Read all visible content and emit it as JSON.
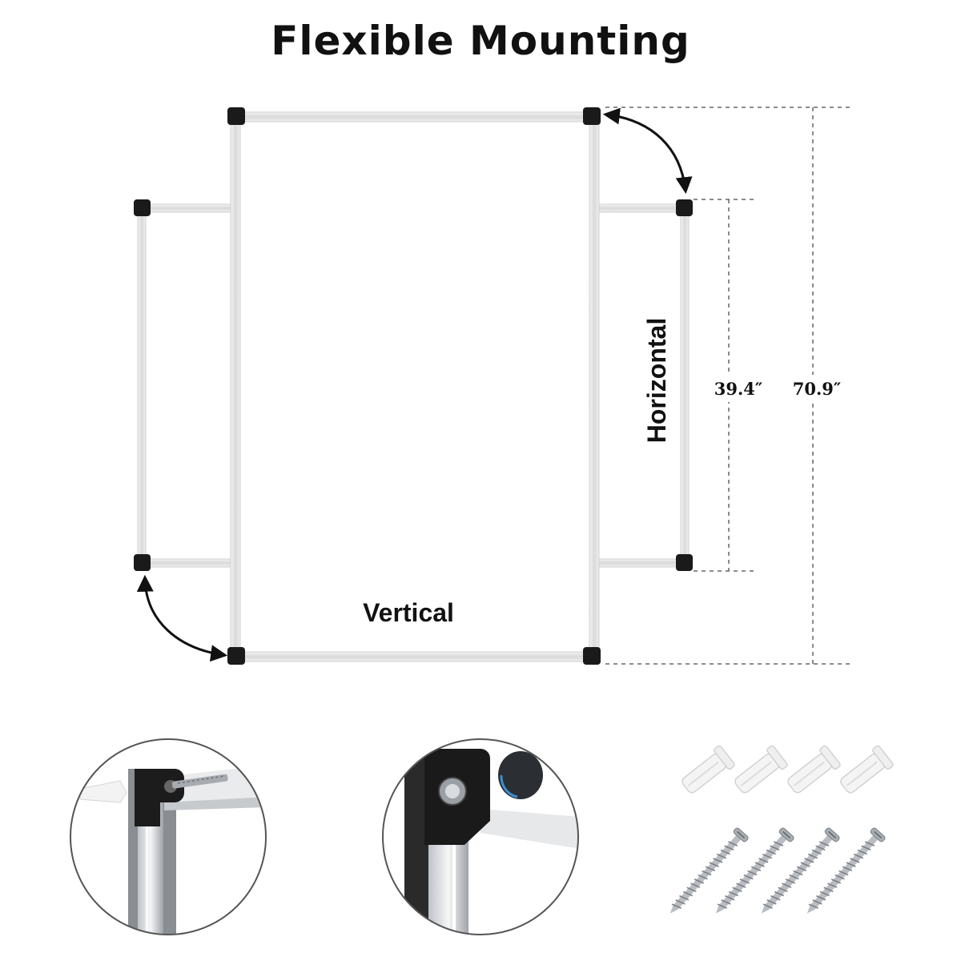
{
  "title": "Flexible Mounting",
  "labels": {
    "vertical": "Vertical",
    "horizontal": "Horizontal",
    "inner_dimension": "39.4″",
    "outer_dimension": "70.9″"
  },
  "accessories": {
    "wall_anchor_count": 4,
    "screw_count": 4
  },
  "colors": {
    "background": "#ffffff",
    "frame": "#e6e6e6",
    "corner": "#1a1a1a",
    "text": "#111111",
    "dashed_line": "#666666"
  }
}
